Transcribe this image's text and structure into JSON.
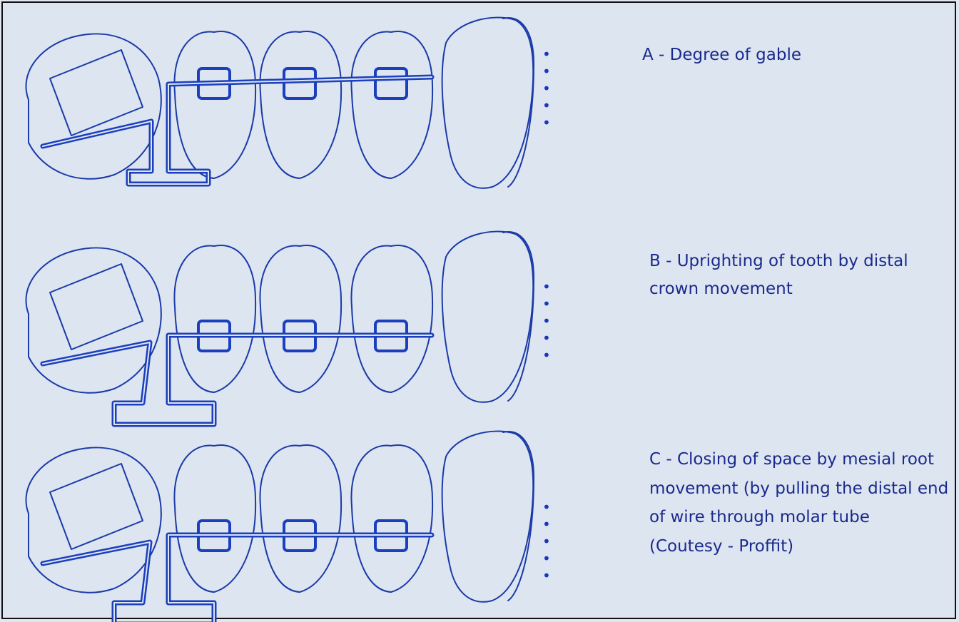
{
  "figure": {
    "dot_color": "#1a35c0",
    "text_color": "#1a2a8c",
    "wire_color": "#1b3fbd",
    "outline_color": "#1a3aa8",
    "panels": [
      {
        "id": "A",
        "dots": "• • • • •",
        "lines": [
          "A - Degree of gable"
        ]
      },
      {
        "id": "B",
        "dots": "• • • • •",
        "lines": [
          "B - Uprighting of tooth by distal",
          "crown movement"
        ]
      },
      {
        "id": "C",
        "dots": "• • • • •",
        "lines": [
          "C - Closing of space by mesial root",
          "movement (by pulling the distal end",
          "of wire through molar tube",
          "(Coutesy - Proffit)"
        ]
      }
    ]
  }
}
